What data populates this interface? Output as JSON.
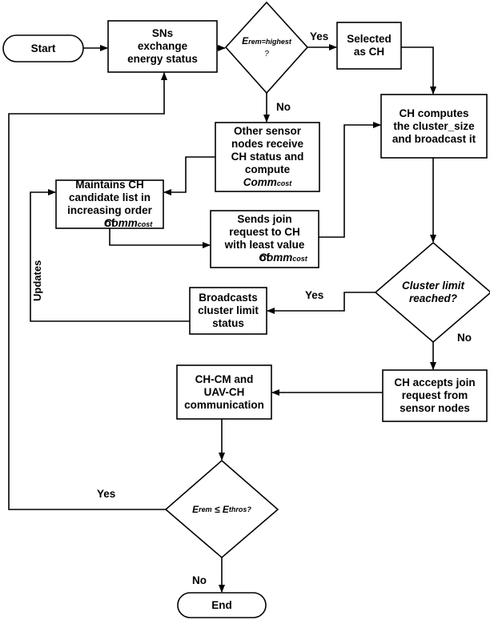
{
  "nodes": {
    "start": "Start",
    "exchange": "SNs\nexchange\nenergy status",
    "decision_highest": {
      "main": "E",
      "sub": "rem=highest",
      "q": "?"
    },
    "selected_ch": "Selected\nas CH",
    "compute_size": "CH computes\nthe cluster_size\nand broadcast it",
    "other_nodes": {
      "text": "Other sensor\nnodes receive\nCH status and\ncompute",
      "comm": "Comm",
      "comm_sub": "cost"
    },
    "maintains": {
      "text": "Maintains CH\ncandidate list in\nincreasing order\nof",
      "comm": "Comm",
      "comm_sub": "cost"
    },
    "sends_join": {
      "text": "Sends join\nrequest to CH\nwith least value\nof",
      "comm": "Comm",
      "comm_sub": "cost"
    },
    "cluster_limit": "Cluster limit\nreached?",
    "broadcasts": "Broadcasts\ncluster limit\nstatus",
    "accepts": "CH accepts join\nrequest from\nsensor nodes",
    "communication": "CH-CM and\nUAV-CH\ncommunication",
    "threshold": {
      "e1": "E",
      "e1_sub": "rem",
      "op": " ≤ ",
      "e2": "E",
      "e2_sub": "thros?"
    },
    "end": "End"
  },
  "edge_labels": {
    "yes_1": "Yes",
    "no_1": "No",
    "yes_2": "Yes",
    "no_2": "No",
    "updates": "Updates",
    "yes_3": "Yes",
    "no_3": "No"
  }
}
